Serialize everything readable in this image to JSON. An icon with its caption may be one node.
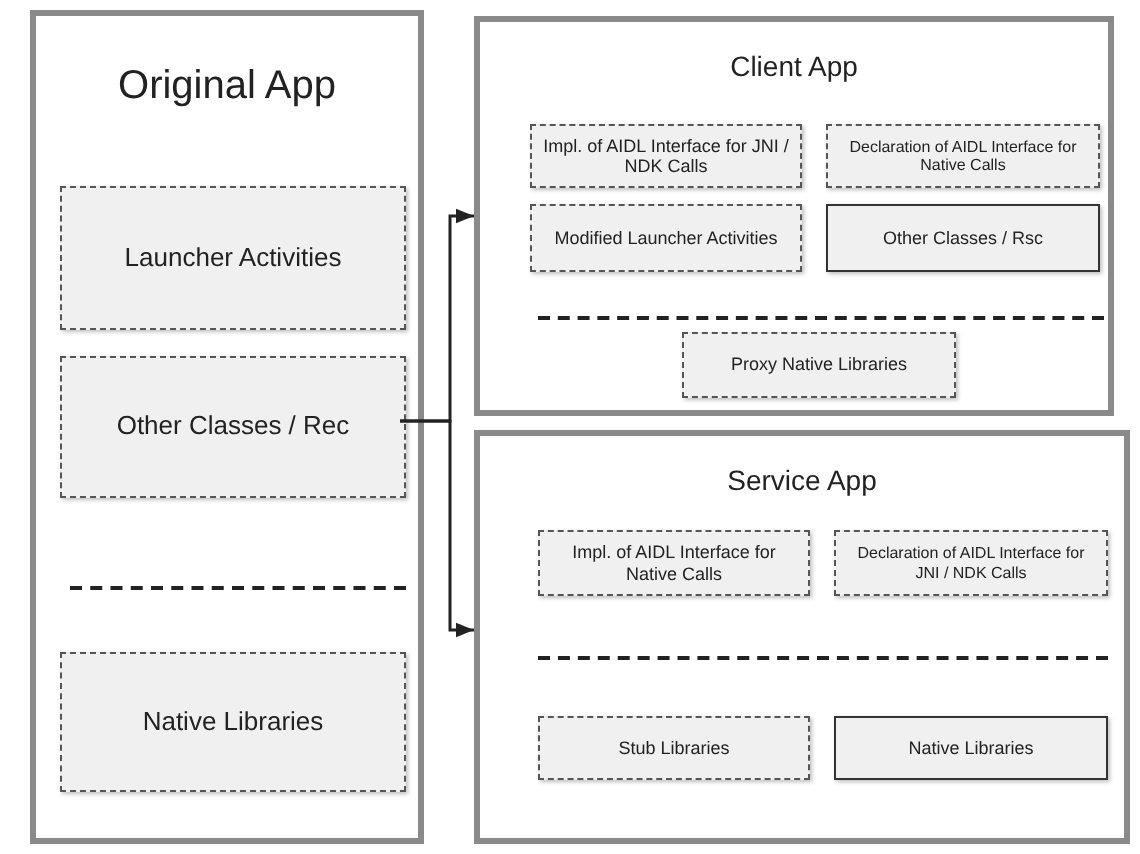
{
  "diagram": {
    "nodes": [
      {
        "text": [
          "Original App"
        ]
      },
      {
        "text": [
          "Launcher Activities"
        ],
        "in": 0
      },
      {
        "text": [
          "Other Classes / Rec"
        ],
        "in": 0
      },
      {
        "text": [
          "Native Libraries"
        ],
        "in": 0
      },
      {
        "text": [
          "Client App"
        ]
      },
      {
        "text": [
          "Impl. of AIDL Interface for JNI / NDK Calls"
        ],
        "in": 4
      },
      {
        "text": [
          "Declaration of AIDL Interface for Native Calls"
        ],
        "in": 4
      },
      {
        "text": [
          "Modified Launcher Activities"
        ],
        "in": 4
      },
      {
        "text": [
          "Other Classes / Rsc"
        ],
        "in": 4
      },
      {
        "text": [
          "Proxy Native Libraries"
        ],
        "in": 4
      },
      {
        "text": [
          "Service App"
        ]
      },
      {
        "text": [
          "Impl. of AIDL Interface for Native Calls"
        ],
        "in": 10
      },
      {
        "text": [
          "Declaration of AIDL Interface for JNI / NDK Calls"
        ],
        "in": 10
      },
      {
        "text": [
          "Stub Libraries"
        ],
        "in": 10
      },
      {
        "text": [
          "Native Libraries"
        ],
        "in": 10
      }
    ],
    "edges": [
      {
        "from": 2,
        "to": 4,
        "arrow": "to"
      },
      {
        "from": 2,
        "to": 10,
        "arrow": "to"
      }
    ]
  }
}
